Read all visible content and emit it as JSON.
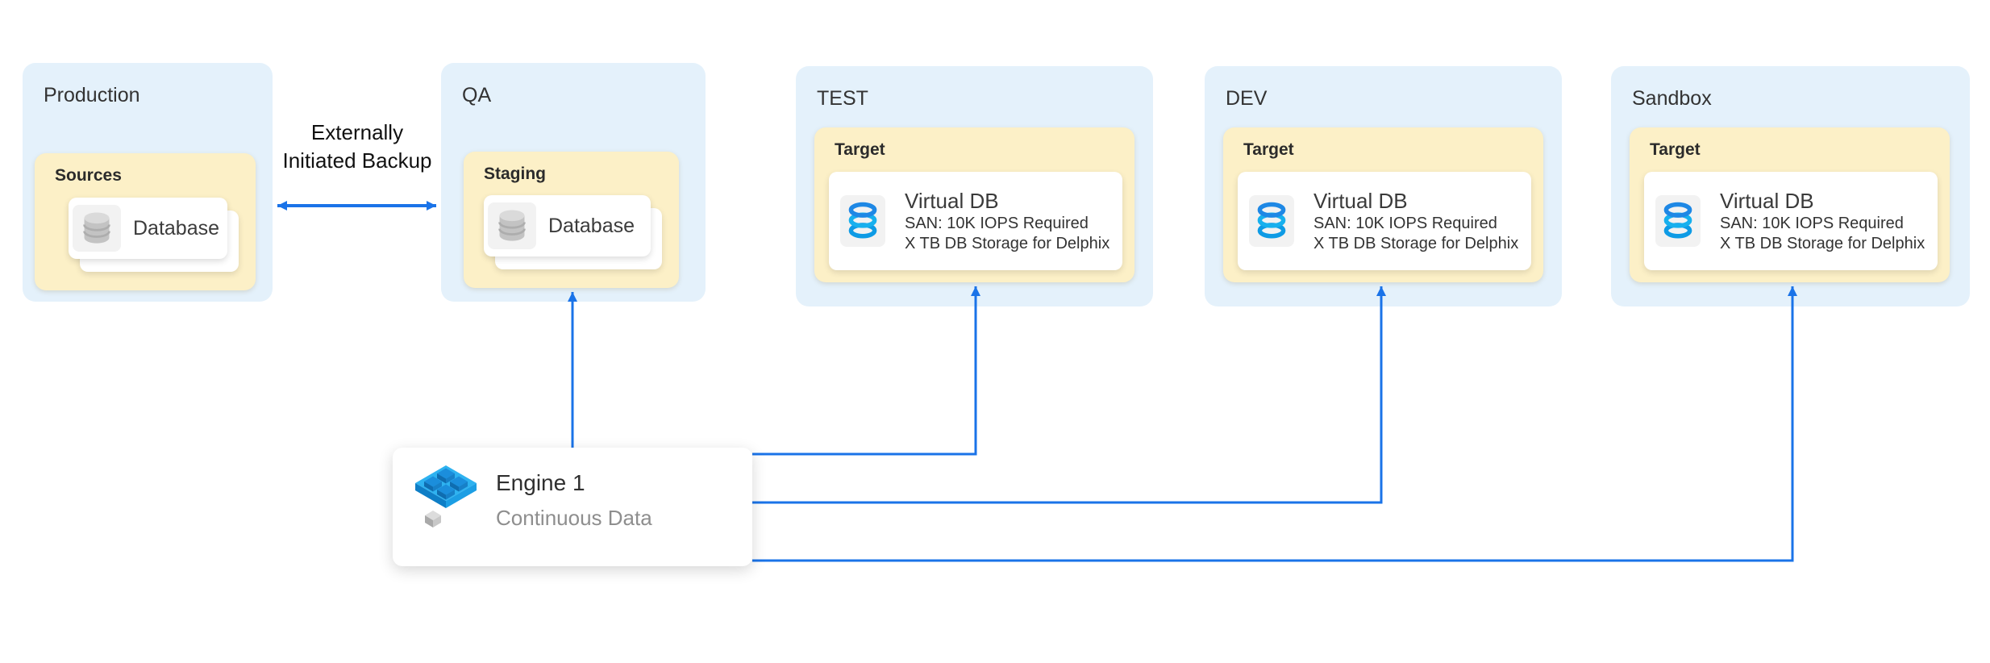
{
  "diagram": {
    "colors": {
      "env_fill": "#E4F1FB",
      "group_fill": "#FCF0C7",
      "arrow": "#1A73E8",
      "card_bg": "#FFFFFF",
      "tile_bg": "#F2F2F2",
      "text_dark": "#333333",
      "text_gray": "#8E8E8E"
    },
    "backup_label": "Externally Initiated Backup",
    "environments": [
      {
        "id": "production",
        "label": "Production",
        "group_label": "Sources",
        "card": {
          "label": "Database",
          "icon": "database-cylinder-icon"
        }
      },
      {
        "id": "qa",
        "label": "QA",
        "group_label": "Staging",
        "card": {
          "label": "Database",
          "icon": "database-cylinder-icon"
        }
      },
      {
        "id": "test",
        "label": "TEST",
        "group_label": "Target",
        "card": {
          "title": "Virtual DB",
          "line1": "SAN: 10K IOPS Required",
          "line2": "X TB DB Storage for Delphix",
          "icon": "virtual-db-icon"
        }
      },
      {
        "id": "dev",
        "label": "DEV",
        "group_label": "Target",
        "card": {
          "title": "Virtual DB",
          "line1": "SAN: 10K IOPS Required",
          "line2": "X TB DB Storage for Delphix",
          "icon": "virtual-db-icon"
        }
      },
      {
        "id": "sandbox",
        "label": "Sandbox",
        "group_label": "Target",
        "card": {
          "title": "Virtual DB",
          "line1": "SAN: 10K IOPS Required",
          "line2": "X TB DB Storage for Delphix",
          "icon": "virtual-db-icon"
        }
      }
    ],
    "engine": {
      "title": "Engine 1",
      "subtitle": "Continuous Data",
      "icon": "engine-blocks-icon"
    }
  }
}
